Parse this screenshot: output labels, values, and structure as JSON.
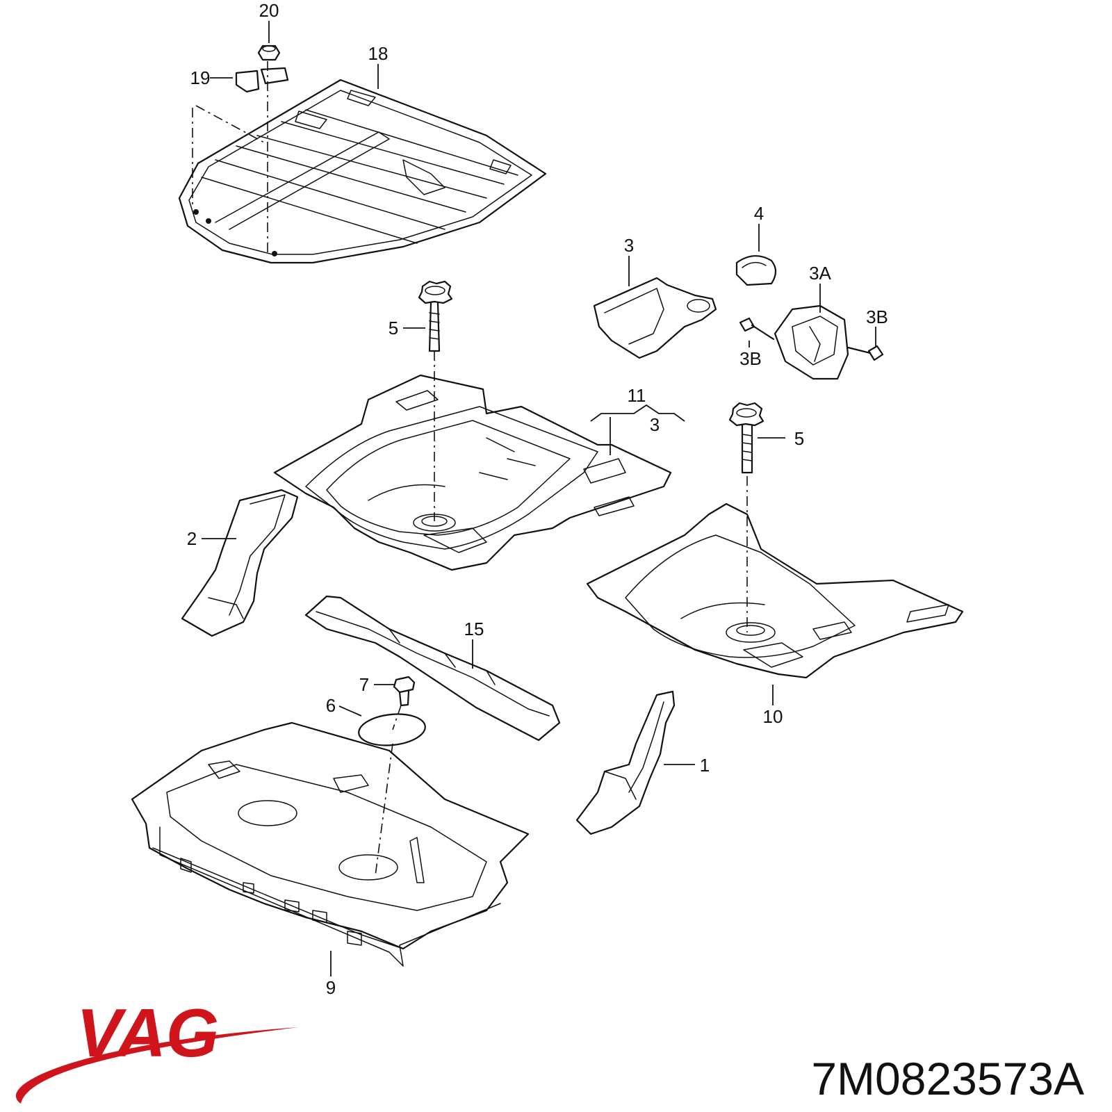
{
  "callouts": {
    "c20": "20",
    "c19": "19",
    "c18": "18",
    "c4": "4",
    "c3_top": "3",
    "c3a": "3A",
    "c3b_right": "3B",
    "c3b_left": "3B",
    "c5_left": "5",
    "c11": "11",
    "c3_mid": "3",
    "c5_right": "5",
    "c2": "2",
    "c15": "15",
    "c10": "10",
    "c7": "7",
    "c6": "6",
    "c1": "1",
    "c9": "9"
  },
  "brand": {
    "name": "VAG",
    "color": "#d0141c"
  },
  "part_number": "7M0823573A"
}
